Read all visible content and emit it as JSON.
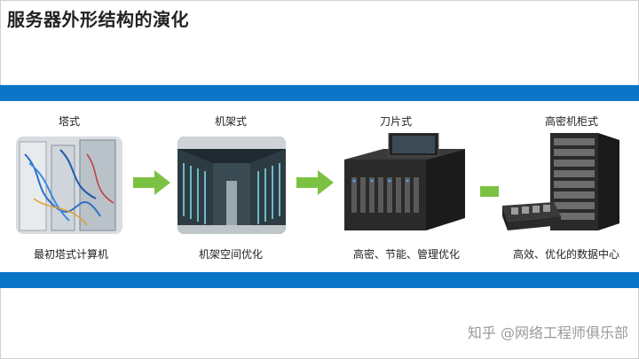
{
  "title": "服务器外形结构的演化",
  "stages": [
    {
      "label": "塔式",
      "desc": "最初塔式计算机"
    },
    {
      "label": "机架式",
      "desc": "机架空间优化"
    },
    {
      "label": "刀片式",
      "desc": "高密、节能、管理优化"
    },
    {
      "label": "高密机柜式",
      "desc": "高效、优化的数据中心"
    }
  ],
  "watermark": "知乎 @网络工程师俱乐部",
  "colors": {
    "band": "#0a75c7",
    "arrow": "#7cc242"
  }
}
